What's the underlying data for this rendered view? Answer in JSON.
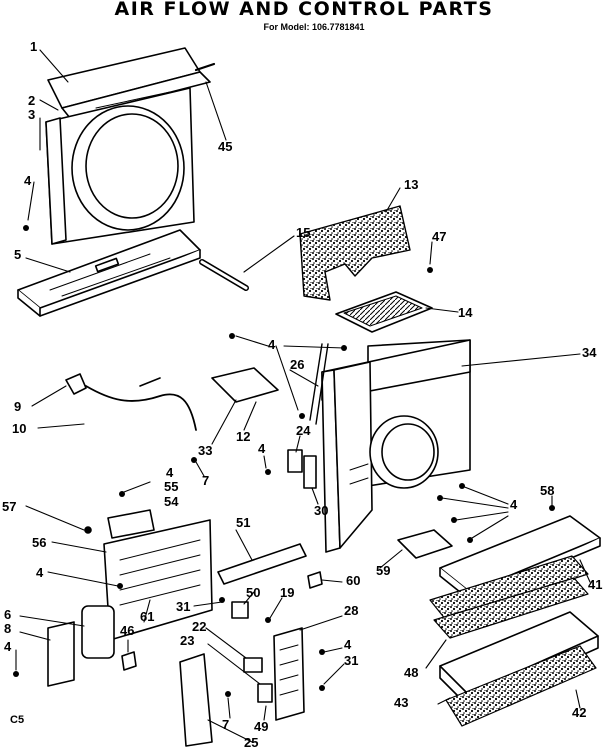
{
  "title": "AIR FLOW AND CONTROL PARTS",
  "subtitle": "For Model: 106.7781841",
  "footer_code": "C5",
  "callouts": {
    "c1": "1",
    "c2": "2",
    "c3": "3",
    "c4a": "4",
    "c5": "5",
    "c45": "45",
    "c13": "13",
    "c15": "15",
    "c47": "47",
    "c14": "14",
    "c34": "34",
    "c4b": "4",
    "c26": "26",
    "c9": "9",
    "c10": "10",
    "c33": "33",
    "c12": "12",
    "c24": "24",
    "c4c": "4",
    "c7a": "7",
    "c30": "30",
    "c4d": "4",
    "c55": "55",
    "c54": "54",
    "c57": "57",
    "c56": "56",
    "c51": "51",
    "c58": "58",
    "c4e": "4",
    "c41": "41",
    "c59": "59",
    "c60": "60",
    "c4f": "4",
    "c61": "61",
    "c50": "50",
    "c19": "19",
    "c31a": "31",
    "c28": "28",
    "c6": "6",
    "c8": "8",
    "c4g": "4",
    "c46": "46",
    "c22": "22",
    "c23": "23",
    "c4h": "4",
    "c31b": "31",
    "c48": "48",
    "c43": "43",
    "c42": "42",
    "c7b": "7",
    "c49": "49",
    "c25": "25"
  }
}
